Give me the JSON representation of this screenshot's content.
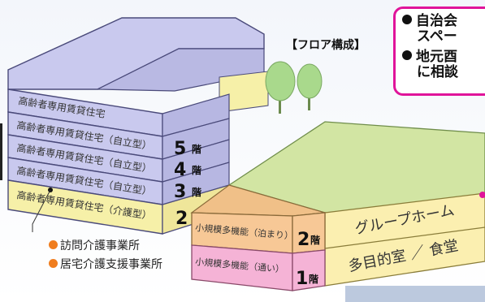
{
  "title": "【フロア構成】",
  "callout": {
    "items": [
      {
        "line1": "自治会",
        "line2": "スペー"
      },
      {
        "line1": "地元酉",
        "line2": "に相談"
      }
    ]
  },
  "floors": {
    "f5": {
      "number": "5",
      "unit": "階",
      "label": "高齢者専用賃貸住宅（自立型）"
    },
    "f4": {
      "number": "4",
      "unit": "階",
      "label": "高齢者専用賃貸住宅（自立型）"
    },
    "f3": {
      "number": "3",
      "unit": "階",
      "label": "高齢者専用賃貸住宅（自立型）"
    },
    "f2": {
      "number": "2",
      "label": "高齢者専用賃貸住宅（介護型）"
    },
    "top_label": "高齢者専用賃貸住宅"
  },
  "annex": {
    "upper": {
      "label": "小規模多機能（泊まり）",
      "number": "2",
      "unit": "階"
    },
    "lower": {
      "label": "小規模多機能（通い）",
      "number": "1",
      "unit": "階"
    }
  },
  "wing": {
    "upper_label": "グループホーム",
    "lower_label": "多目的室 ／ 食堂"
  },
  "legend": [
    "訪問介護事業所",
    "居宅介護支援事業所"
  ],
  "colors": {
    "apartment": "#c9c9ee",
    "care_floor": "#f6f0a8",
    "annex_upper": "#f7c896",
    "annex_lower": "#f5b3d6",
    "wing_top": "#d2e5a3",
    "wing_front": "#fbefb0",
    "accent_magenta": "#e0149a",
    "accent_orange": "#f07d1e",
    "tree": "#a9d98c"
  }
}
